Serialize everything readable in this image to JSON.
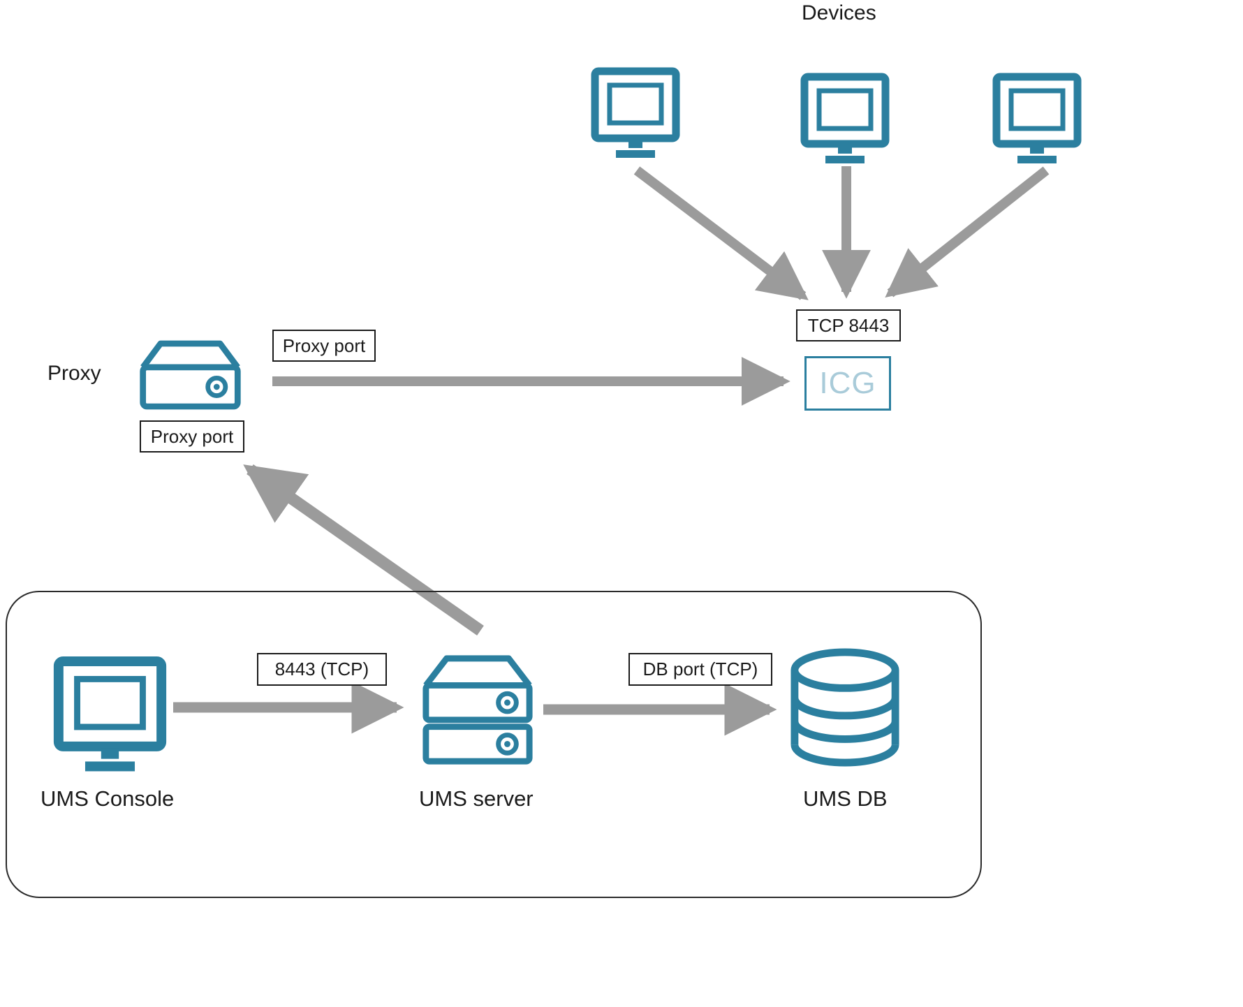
{
  "colors": {
    "node_stroke": "#2b7f9f",
    "arrow": "#9b9b9b",
    "icg_text": "#a9cbd9",
    "label_border": "#1a1a1a"
  },
  "nodes": {
    "devices_label": "Devices",
    "proxy_label": "Proxy",
    "icg_label": "ICG",
    "ums_console_label": "UMS Console",
    "ums_server_label": "UMS server",
    "ums_db_label": "UMS DB"
  },
  "connection_labels": {
    "tcp_8443": "TCP 8443",
    "proxy_port_upper": "Proxy port",
    "proxy_port_lower": "Proxy port",
    "console_to_server": "8443 (TCP)",
    "server_to_db": "DB port (TCP)"
  }
}
